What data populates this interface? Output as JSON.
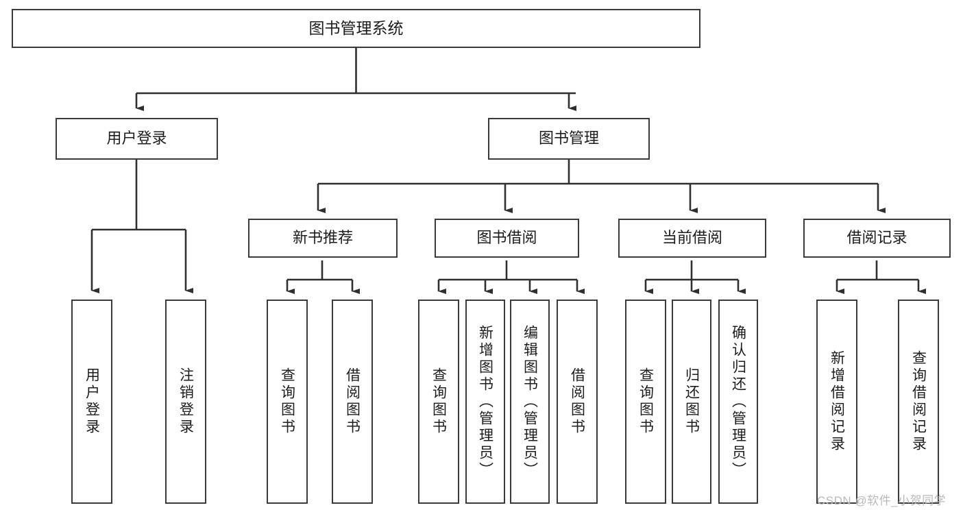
{
  "diagram": {
    "title": "图书管理系统",
    "type": "functional-structure-tree",
    "root": {
      "id": "root",
      "label": "图书管理系统"
    },
    "level2": [
      {
        "id": "user-login",
        "label": "用户登录"
      },
      {
        "id": "book-management",
        "label": "图书管理"
      }
    ],
    "level3": [
      {
        "id": "new-book-recommend",
        "label": "新书推荐",
        "parent": "book-management"
      },
      {
        "id": "book-borrow",
        "label": "图书借阅",
        "parent": "book-management"
      },
      {
        "id": "current-borrow",
        "label": "当前借阅",
        "parent": "book-management"
      },
      {
        "id": "borrow-record",
        "label": "借阅记录",
        "parent": "book-management"
      }
    ],
    "leaves": {
      "user_login": [
        {
          "id": "leaf-user-login",
          "label": "用户登录"
        },
        {
          "id": "leaf-user-logout",
          "label": "注销登录"
        }
      ],
      "new_book_recommend": [
        {
          "id": "leaf-query-book-1",
          "label": "查询图书"
        },
        {
          "id": "leaf-borrow-book-1",
          "label": "借阅图书"
        }
      ],
      "book_borrow": [
        {
          "id": "leaf-query-book-2",
          "label": "查询图书"
        },
        {
          "id": "leaf-add-book",
          "label": "新增图书（管理员）"
        },
        {
          "id": "leaf-edit-book",
          "label": "编辑图书（管理员）"
        },
        {
          "id": "leaf-borrow-book-2",
          "label": "借阅图书"
        }
      ],
      "current_borrow": [
        {
          "id": "leaf-query-book-3",
          "label": "查询图书"
        },
        {
          "id": "leaf-return-book",
          "label": "归还图书"
        },
        {
          "id": "leaf-confirm-return",
          "label": "确认归还（管理员）"
        }
      ],
      "borrow_record": [
        {
          "id": "leaf-add-record",
          "label": "新增借阅记录"
        },
        {
          "id": "leaf-query-record",
          "label": "查询借阅记录"
        }
      ]
    },
    "watermark": "CSDN @软件_小贺同学",
    "colors": {
      "stroke": "#3a3a3a",
      "fill": "#ffffff",
      "text": "#1c1c1c",
      "watermark": "#b9b9b9"
    }
  }
}
